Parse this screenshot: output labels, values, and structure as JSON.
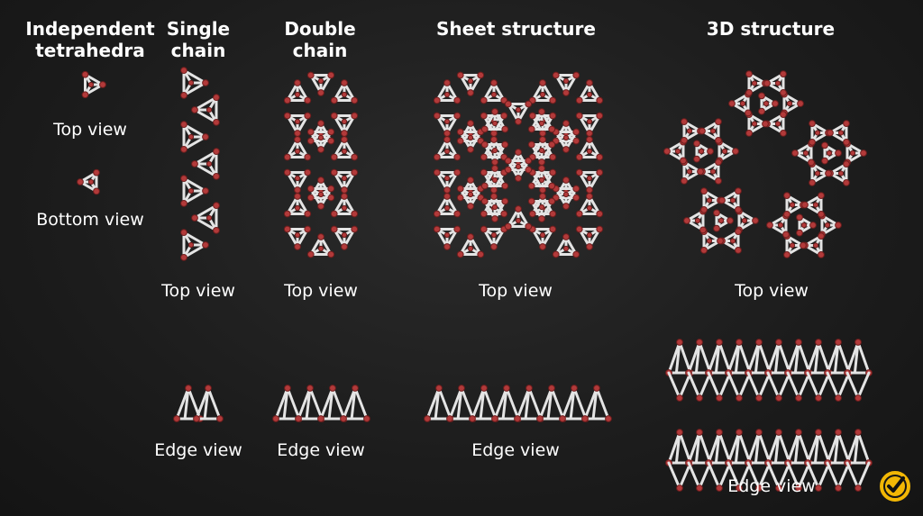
{
  "headers": {
    "independent": "Independent\ntetrahedra",
    "single": "Single\nchain",
    "double": "Double\nchain",
    "sheet": "Sheet structure",
    "three_d": "3D structure"
  },
  "labels": {
    "top_view": "Top view",
    "bottom_view": "Bottom view",
    "edge_view": "Edge view"
  },
  "colors": {
    "background": "#1c1c1c",
    "stick": "#e4e4e4",
    "atom": "#b23a3a",
    "badge_ring": "#f2b705",
    "badge_check": "#111111"
  },
  "icons": {
    "badge": "checkmark-badge-icon"
  }
}
